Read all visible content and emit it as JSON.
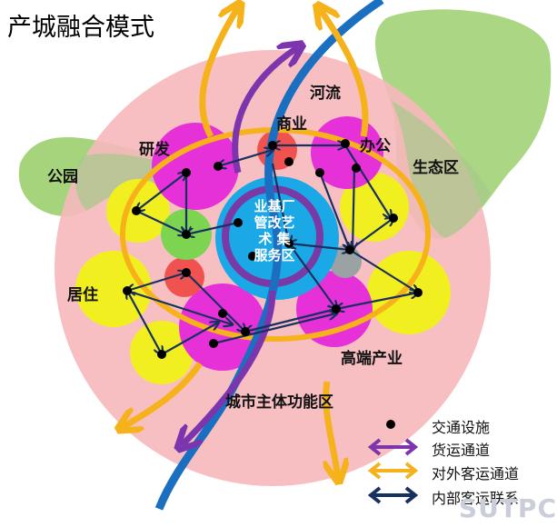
{
  "title": "产城融合模式",
  "labels": {
    "river": "河流",
    "commerce": "商业",
    "office": "办公",
    "rnd": "研发",
    "park": "公园",
    "ecozone": "生态区",
    "residence": "居住",
    "hightech": "高端产业",
    "core_zone": "城市主体功能区"
  },
  "center": {
    "line1": "业基厂",
    "line2": "管改艺",
    "line3": "术 集",
    "line4": "服务区"
  },
  "legend": [
    {
      "label": "交通设施",
      "symbol": "dot"
    },
    {
      "label": "货运通道",
      "symbol": "purple-arrow"
    },
    {
      "label": "对外客运通道",
      "symbol": "orange-arrow"
    },
    {
      "label": "内部客运联系",
      "symbol": "navy-arrow"
    }
  ],
  "watermark": "SUTPC",
  "colors": {
    "outer_circle": "#f7b8bd",
    "magenta_zone": "#e631d8",
    "yellow_zone": "#f2ef21",
    "green_eco": "#9ccf6f",
    "center_blue": "#1aa8e6",
    "center_purple": "#7a3aa6",
    "river_blue": "#1a6fc0",
    "freight_purple": "#7d35ad",
    "passenger_orange": "#f6b21a",
    "internal_navy": "#17305f"
  }
}
